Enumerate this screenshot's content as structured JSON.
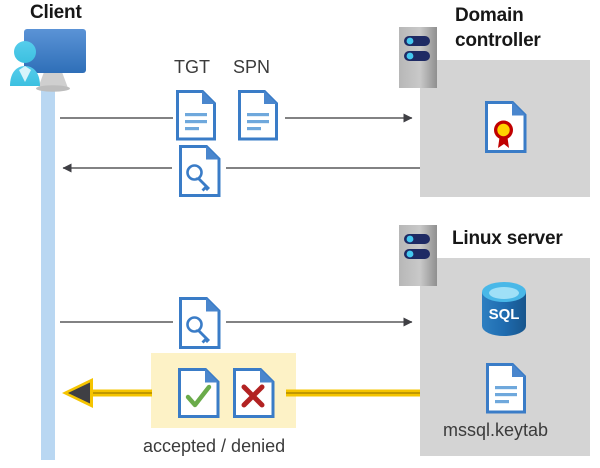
{
  "diagram": {
    "title_client": "Client",
    "title_domain_controller": "Domain\ncontroller",
    "title_domain_controller_line1": "Domain",
    "title_domain_controller_line2": "controller",
    "title_linux_server": "Linux server",
    "label_tgt": "TGT",
    "label_spn": "SPN",
    "label_keytab": "mssql.keytab",
    "label_accepted_denied": "accepted / denied",
    "icons": {
      "client": "client-workstation-icon",
      "server_rack_dc": "server-rack-icon",
      "server_rack_linux": "server-rack-icon",
      "certificate": "certificate-document-icon",
      "sql_database": "sql-database-icon",
      "keytab_document": "text-document-icon",
      "tgt_document": "text-document-icon",
      "spn_document": "text-document-icon",
      "key_document_up": "key-document-icon",
      "key_document_down": "key-document-icon",
      "accepted_document": "checkmark-document-icon",
      "denied_document": "cross-document-icon"
    },
    "colors": {
      "lifeline": "#b9d7f2",
      "zone_grey": "#d4d4d4",
      "highlight_yellow": "#fdf2c6",
      "arrow_grey": "#58585a",
      "arrow_gold": "#f2c200",
      "doc_blue": "#3a7cc7",
      "doc_fold": "#4a86cd",
      "doc_line": "#6fa8dc",
      "server_grey_light": "#c8c8c8",
      "server_grey_dark": "#9b9b9b",
      "server_bar_navy": "#1e2a64",
      "server_dot_cyan": "#44c8f0",
      "sql_blue": "#1f6cb0",
      "sql_top": "#49b8e8",
      "seal_red": "#c00000",
      "seal_gold": "#ffd200",
      "check_green": "#6aab4a",
      "cross_red": "#b22222",
      "text_dark": "#171717",
      "text_grey": "#3b3b3b"
    },
    "flows": [
      {
        "name": "client-to-dc-request",
        "direction": "right",
        "payload": [
          "TGT",
          "SPN"
        ]
      },
      {
        "name": "dc-to-client-ticket",
        "direction": "left",
        "payload": [
          "key-document"
        ]
      },
      {
        "name": "client-to-linux-ticket",
        "direction": "right",
        "payload": [
          "key-document"
        ]
      },
      {
        "name": "linux-to-client-result",
        "direction": "left",
        "payload": [
          "accepted",
          "denied"
        ]
      }
    ]
  }
}
